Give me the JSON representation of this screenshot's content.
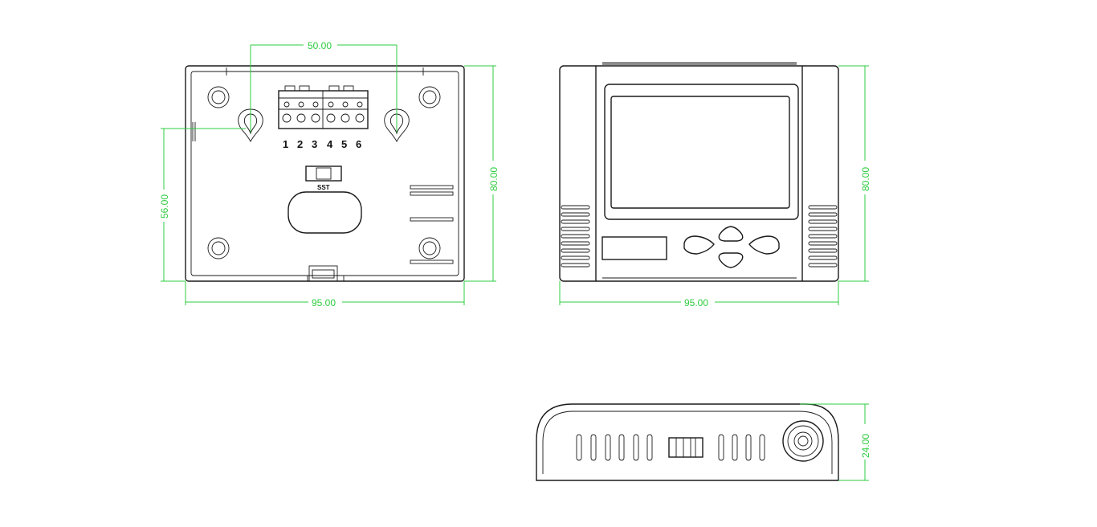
{
  "colors": {
    "dimension_line": "#2ecc40",
    "outline": "#1a1a1a",
    "background": "#ffffff"
  },
  "back_view": {
    "width_dim": "95.00",
    "height_dim": "80.00",
    "hole_spacing_dim": "50.00",
    "hole_height_dim": "56.00",
    "terminals": [
      "1",
      "2",
      "3",
      "4",
      "5",
      "6"
    ],
    "switch_label": "SST"
  },
  "front_view": {
    "width_dim": "95.00",
    "height_dim": "80.00"
  },
  "side_view": {
    "depth_dim": "24.00"
  }
}
